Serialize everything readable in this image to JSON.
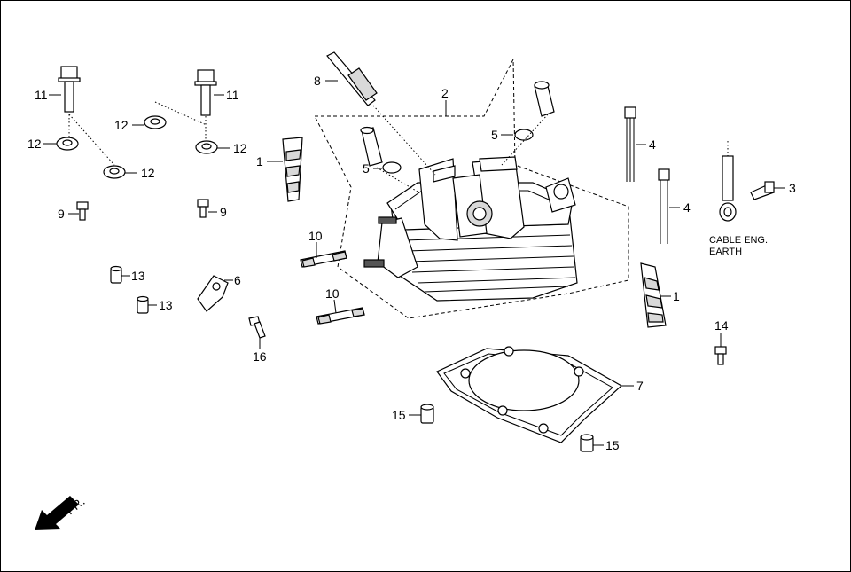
{
  "callouts": {
    "c1a": "1",
    "c1b": "1",
    "c2": "2",
    "c3": "3",
    "c4a": "4",
    "c4b": "4",
    "c5a": "5",
    "c5b": "5",
    "c6": "6",
    "c7": "7",
    "c8": "8",
    "c9a": "9",
    "c9b": "9",
    "c10a": "10",
    "c10b": "10",
    "c11a": "11",
    "c11b": "11",
    "c12a": "12",
    "c12b": "12",
    "c12c": "12",
    "c12d": "12",
    "c13a": "13",
    "c13b": "13",
    "c14": "14",
    "c15a": "15",
    "c15b": "15",
    "c16": "16"
  },
  "notes": {
    "cable_line1": "CABLE ENG.",
    "cable_line2": "EARTH",
    "front_marker": "FR."
  },
  "icons": {
    "front_arrow": "arrow-down-left-icon"
  }
}
